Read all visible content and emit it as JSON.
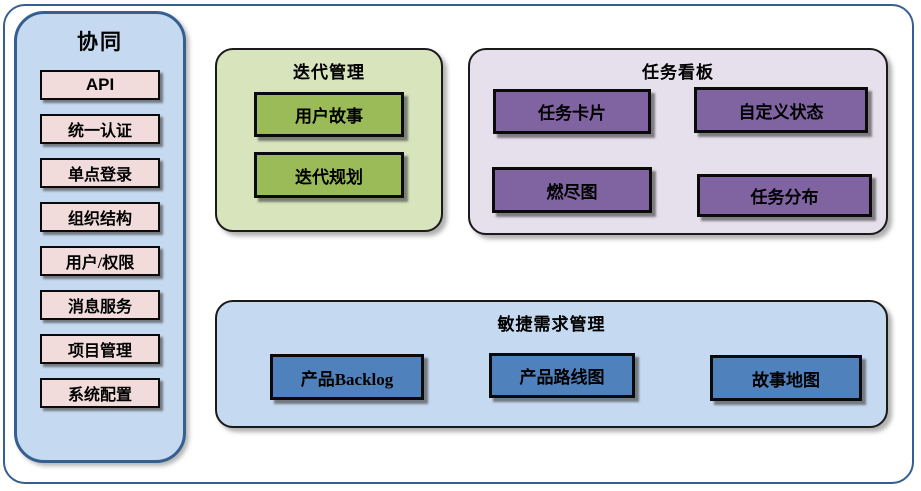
{
  "diagram": {
    "sidebar": {
      "title": "协同",
      "items": [
        "API",
        "统一认证",
        "单点登录",
        "组织结构",
        "用户/权限",
        "消息服务",
        "项目管理",
        "系统配置"
      ]
    },
    "groups": [
      {
        "id": "iteration",
        "title": "迭代管理",
        "items": [
          "用户故事",
          "迭代规划"
        ]
      },
      {
        "id": "kanban",
        "title": "任务看板",
        "items": [
          "任务卡片",
          "自定义状态",
          "燃尽图",
          "任务分布"
        ]
      },
      {
        "id": "agile",
        "title": "敏捷需求管理",
        "items": [
          "产品Backlog",
          "产品路线图",
          "故事地图"
        ]
      }
    ],
    "colors": {
      "frame_border": "#365f91",
      "sidebar_bg": "#c5d9f1",
      "sidebar_item_bg": "#f2dcdb",
      "iteration_bg": "#d8e4bc",
      "iteration_item_bg": "#9bbb59",
      "kanban_bg": "#e6e0ec",
      "kanban_item_bg": "#8064a2",
      "agile_bg": "#c5d9f1",
      "agile_item_bg": "#4f81bd",
      "item_border": "#0a0a0a"
    }
  }
}
